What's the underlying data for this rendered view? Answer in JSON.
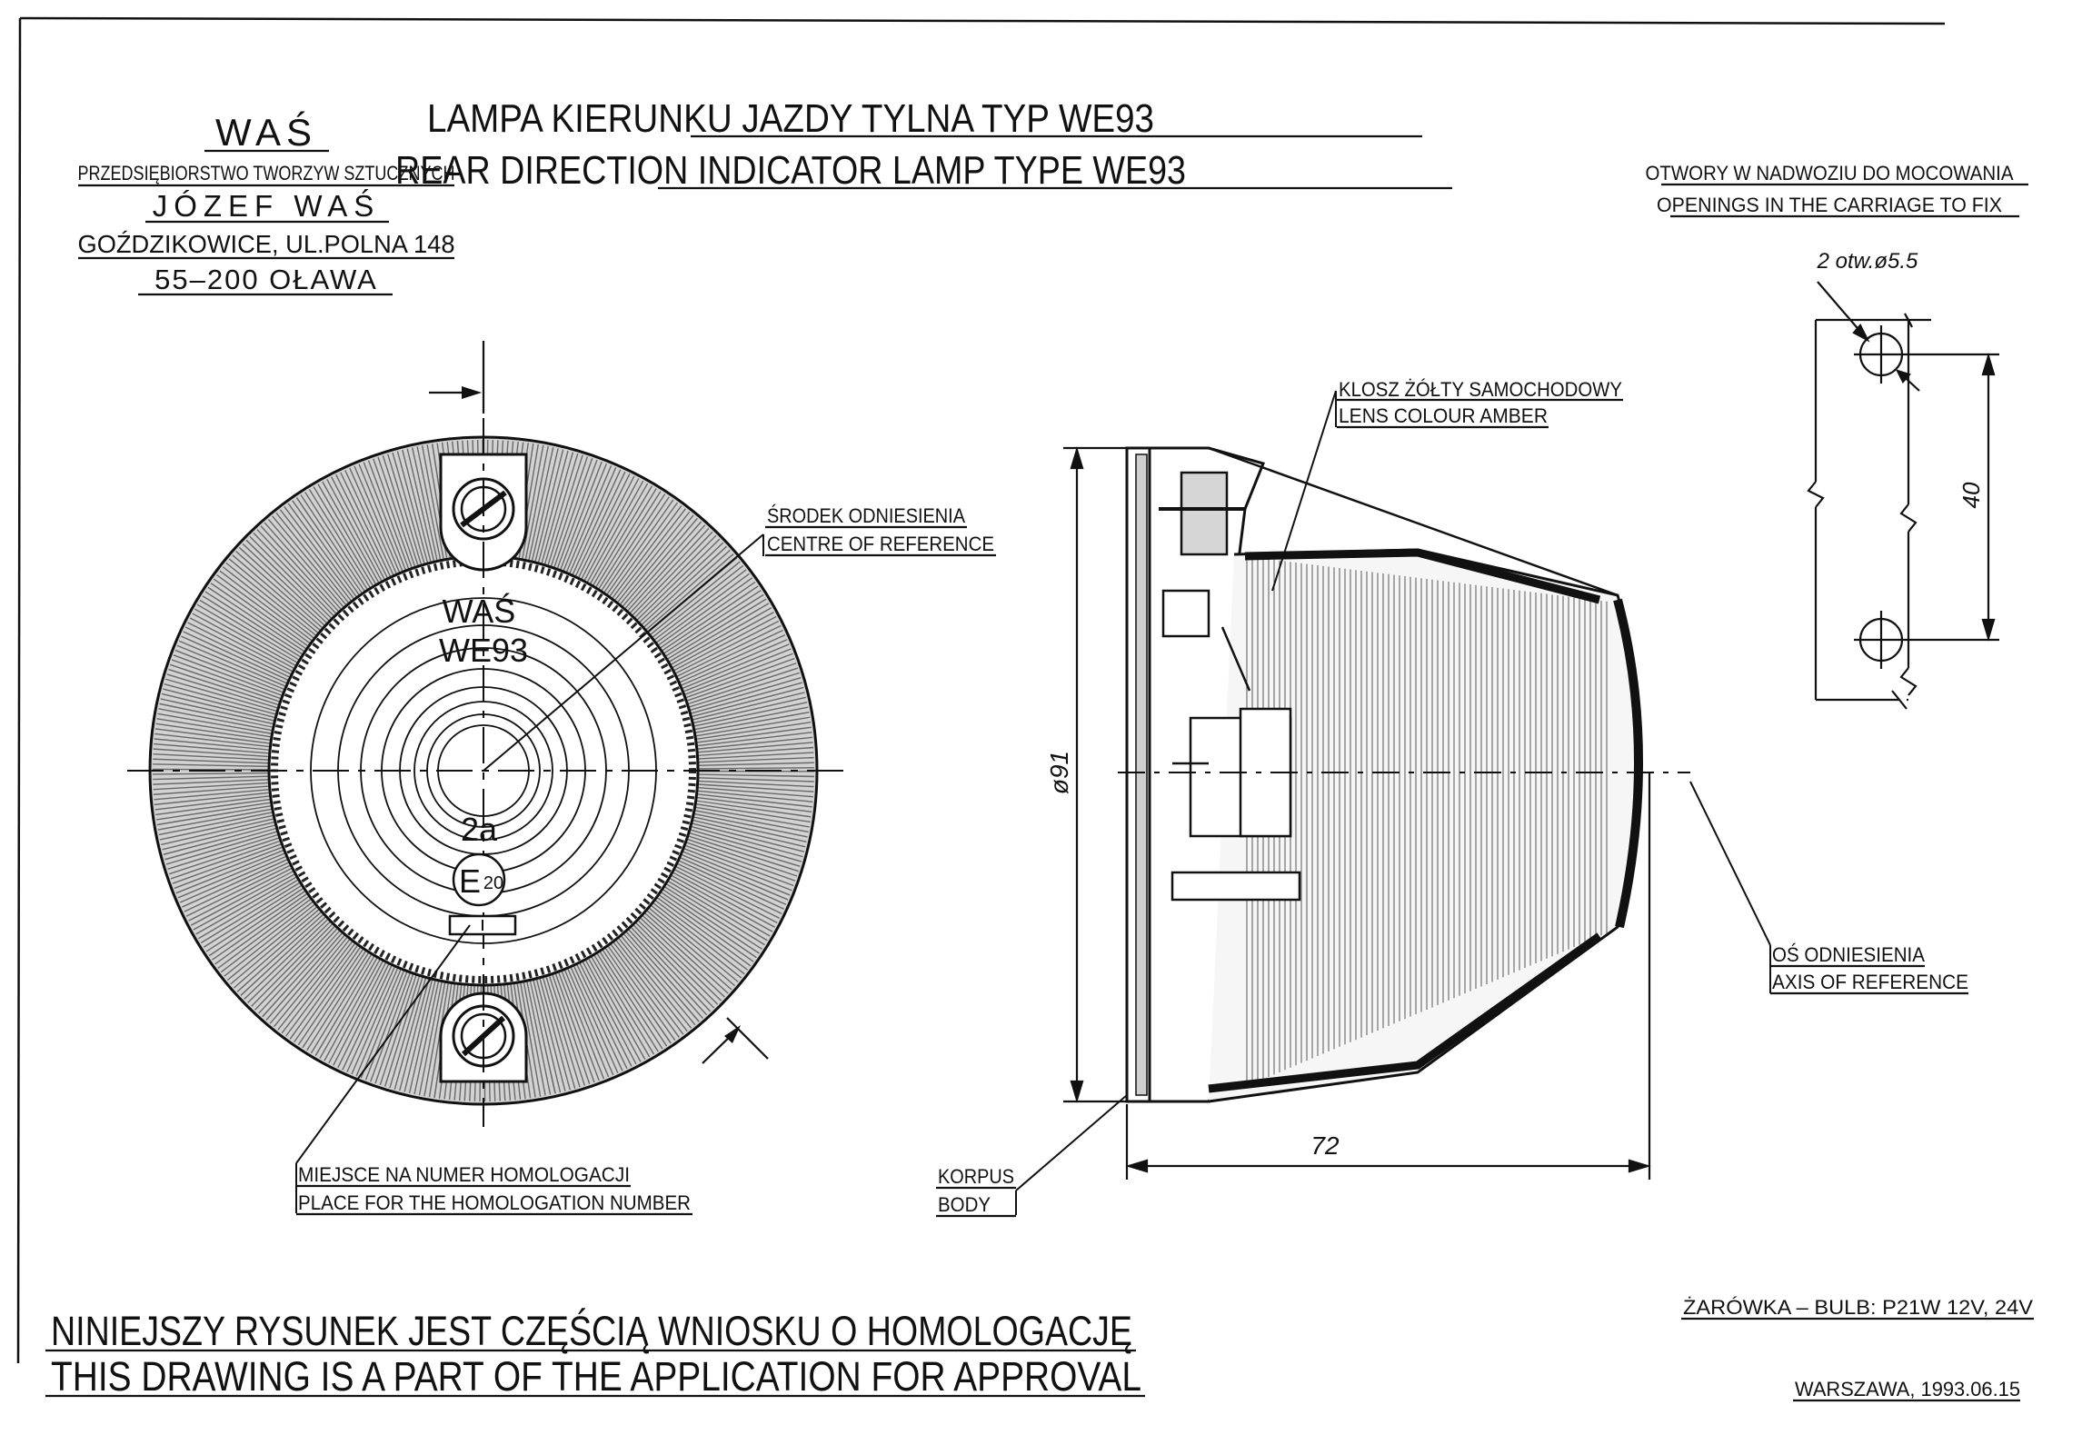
{
  "company": {
    "logo": "WAŚ",
    "line1": "PRZEDSIĘBIORSTWO TWORZYW SZTUCZNYCH",
    "line2": "JÓZEF WAŚ",
    "line3": "GOŹDZIKOWICE, UL.POLNA 148",
    "line4": "55–200 OŁAWA"
  },
  "title": {
    "pl": "LAMPA KIERUNKU JAZDY TYLNA TYP WE93",
    "en": "REAR DIRECTION INDICATOR LAMP TYPE WE93"
  },
  "openings": {
    "pl": "OTWORY W NADWOZIU DO MOCOWANIA",
    "en": "OPENINGS IN THE CARRIAGE TO FIX",
    "holes_label": "2 otw.ø5.5",
    "distance": "40"
  },
  "front_view": {
    "marking_brand": "WAŚ",
    "marking_type": "WE93",
    "marking_class": "2a",
    "marking_approval": "E",
    "marking_approval_number": "20"
  },
  "callouts": {
    "centre_pl": "ŚRODEK ODNIESIENIA",
    "centre_en": "CENTRE OF REFERENCE",
    "lens_pl": "KLOSZ ŻÓŁTY SAMOCHODOWY",
    "lens_en": "LENS COLOUR AMBER",
    "axis_pl": "OŚ ODNIESIENIA",
    "axis_en": "AXIS OF REFERENCE",
    "body_pl": "KORPUS",
    "body_en": "BODY",
    "homolog_pl": "MIEJSCE NA NUMER HOMOLOGACJI",
    "homolog_en": "PLACE FOR THE HOMOLOGATION NUMBER"
  },
  "dimensions": {
    "diameter": "ø91",
    "length": "72"
  },
  "footer": {
    "note_pl": "NINIEJSZY RYSUNEK JEST CZĘŚCIĄ WNIOSKU O HOMOLOGACJĘ",
    "note_en": "THIS DRAWING IS A PART OF THE APPLICATION FOR APPROVAL",
    "bulb": "ŻARÓWKA – BULB: P21W 12V, 24V",
    "place_date": "WARSZAWA, 1993.06.15"
  },
  "colors": {
    "ink": "#111111",
    "paper": "#ffffff"
  }
}
